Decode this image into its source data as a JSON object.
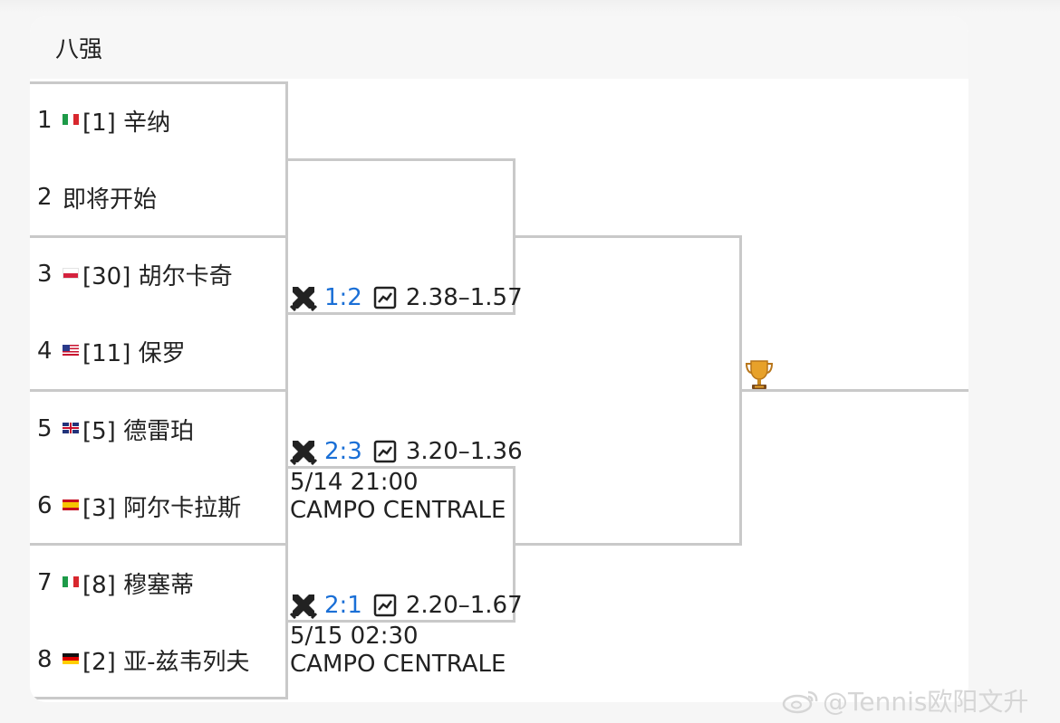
{
  "title": "八强",
  "players": [
    {
      "pos": "1",
      "flag": "flag-it",
      "label": "[1] 辛纳"
    },
    {
      "pos": "2",
      "flag": "",
      "label": "即将开始"
    },
    {
      "pos": "3",
      "flag": "flag-pl",
      "label": "[30] 胡尔卡奇"
    },
    {
      "pos": "4",
      "flag": "flag-us",
      "label": "[11] 保罗"
    },
    {
      "pos": "5",
      "flag": "flag-gb",
      "label": "[5] 德雷珀"
    },
    {
      "pos": "6",
      "flag": "flag-es",
      "label": "[3] 阿尔卡拉斯"
    },
    {
      "pos": "7",
      "flag": "flag-it",
      "label": "[8] 穆塞蒂"
    },
    {
      "pos": "8",
      "flag": "flag-de",
      "label": "[2] 亚-兹韦列夫"
    }
  ],
  "results": [
    {
      "score": "1:2",
      "odds": "2.38–1.57"
    },
    {
      "score": "2:3",
      "odds": "3.20–1.36"
    },
    {
      "score": "2:1",
      "odds": "2.20–1.67"
    }
  ],
  "schedules": [
    {
      "time": "5/14 21:00",
      "venue": "CAMPO CENTRALE"
    },
    {
      "time": "5/15 02:30",
      "venue": "CAMPO CENTRALE"
    }
  ],
  "icons": {
    "result": "swords-icon",
    "odds": "chart-icon",
    "final": "trophy-icon"
  },
  "colors": {
    "score": "#1a6fd6",
    "line": "#c9c9c9"
  },
  "watermark": "@Tennis欧阳文升"
}
